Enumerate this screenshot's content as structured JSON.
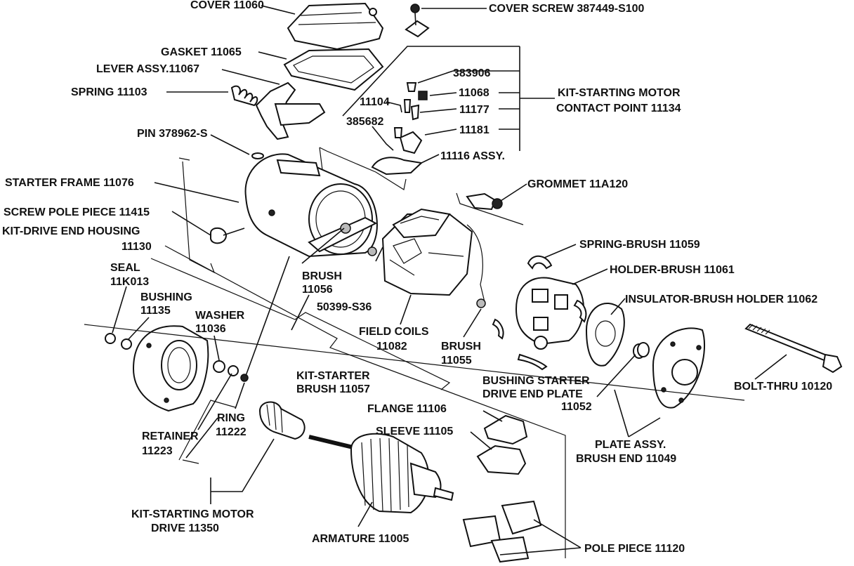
{
  "labels": {
    "cover": "COVER 11060",
    "cover_screw": "COVER SCREW 387449-S100",
    "gasket": "GASKET 11065",
    "lever": "LEVER ASSY.11067",
    "spring_11103": "SPRING 11103",
    "p383906": "383906",
    "p11068": "11068",
    "p11104": "11104",
    "p11177": "11177",
    "p385682": "385682",
    "p11181": "11181",
    "p11116": "11116 ASSY.",
    "kit_contact_1": "KIT-STARTING MOTOR",
    "kit_contact_2": "CONTACT POINT 11134",
    "pin": "PIN 378962-S",
    "starter_frame": "STARTER FRAME 11076",
    "grommet": "GROMMET 11A120",
    "screw_pole": "SCREW POLE PIECE 11415",
    "kit_drive_housing_1": "KIT-DRIVE END HOUSING",
    "kit_drive_housing_2": "11130",
    "spring_brush": "SPRING-BRUSH 11059",
    "seal_1": "SEAL",
    "seal_2": "11K013",
    "holder_brush": "HOLDER-BRUSH 11061",
    "brush_11056_1": "BRUSH",
    "brush_11056_2": "11056",
    "bushing_1": "BUSHING",
    "bushing_2": "11135",
    "insulator": "INSULATOR-BRUSH HOLDER 11062",
    "washer_1": "WASHER",
    "washer_2": "11036",
    "p50399": "50399-S36",
    "field_coils_1": "FIELD COILS",
    "field_coils_2": "11082",
    "brush_11055_1": "BRUSH",
    "brush_11055_2": "11055",
    "kit_starter_brush_1": "KIT-STARTER",
    "kit_starter_brush_2": "BRUSH 11057",
    "bushing_starter_1": "BUSHING STARTER",
    "bushing_starter_2": "DRIVE END PLATE",
    "bushing_starter_3": "11052",
    "bolt_thru": "BOLT-THRU 10120",
    "ring_1": "RING",
    "ring_2": "11222",
    "flange": "FLANGE 11106",
    "retainer_1": "RETAINER",
    "retainer_2": "11223",
    "sleeve": "SLEEVE 11105",
    "plate_assy_1": "PLATE ASSY.",
    "plate_assy_2": "BRUSH END 11049",
    "kit_drive_1": "KIT-STARTING MOTOR",
    "kit_drive_2": "DRIVE 11350",
    "armature": "ARMATURE 11005",
    "pole_piece": "POLE PIECE 11120"
  }
}
